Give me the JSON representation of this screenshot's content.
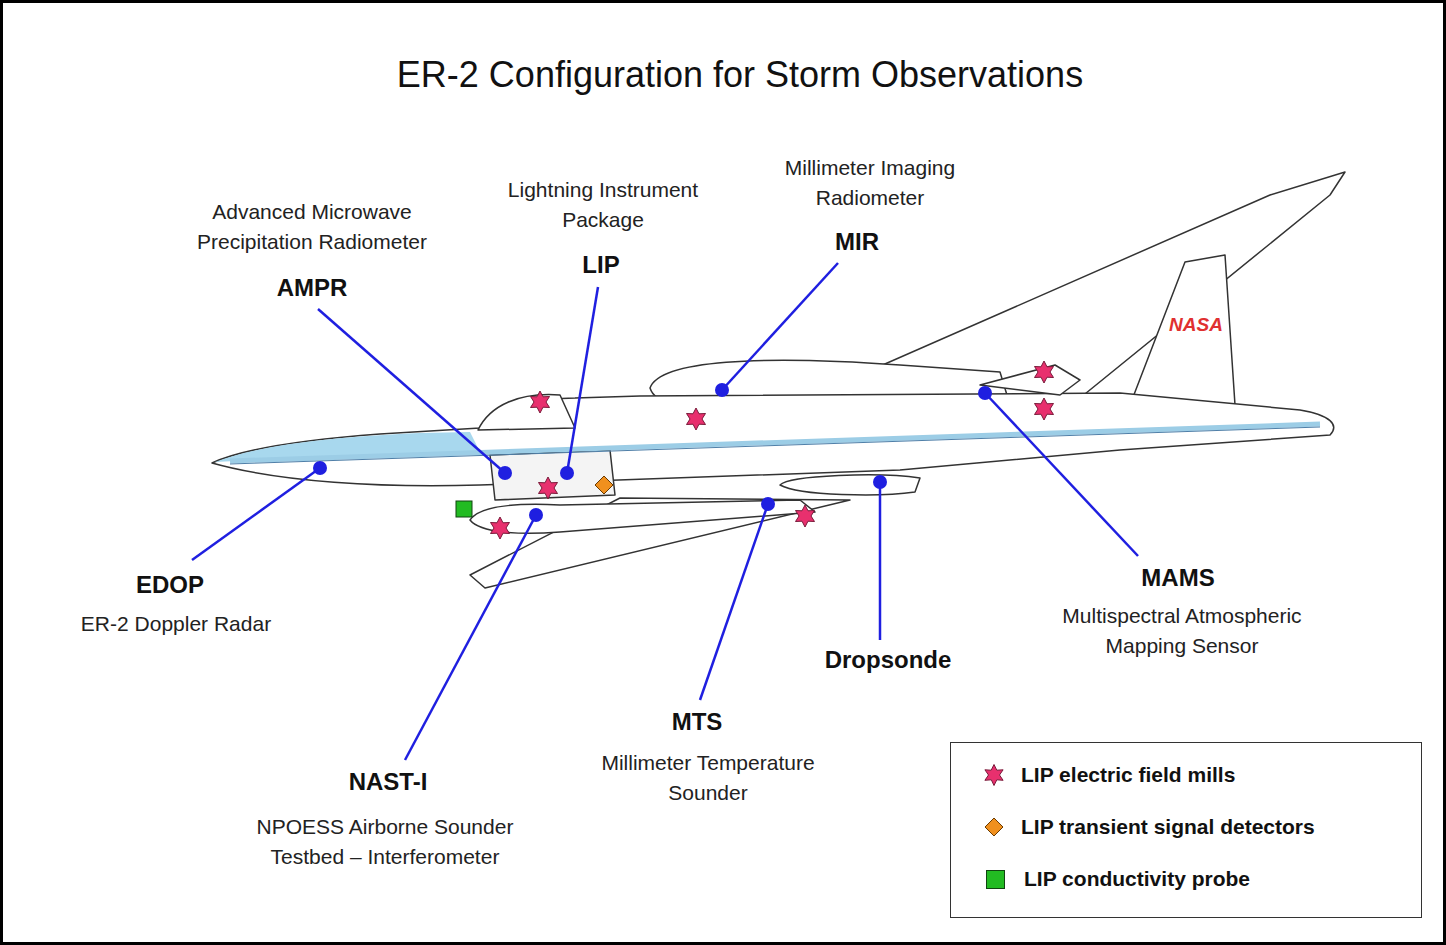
{
  "diagram": {
    "title": "ER-2 Configuration for Storm Observations",
    "labels": [
      "Advanced Microwave Precipitation Radiometer",
      "AMPR",
      "Lightning Instrument Package",
      "LIP",
      "Millimeter Imaging Radiometer",
      "MIR",
      "NASA",
      "EDOP",
      "ER-2 Doppler Radar",
      "NAST-I",
      "NPOESS Airborne Sounder Testbed – Interferometer",
      "MTS",
      "Millimeter Temperature Sounder",
      "Dropsonde",
      "MAMS",
      "Multispectral Atmospheric Mapping Sensor"
    ],
    "legend": [
      {
        "text": "LIP electric field mills"
      },
      {
        "text": "LIP transient signal detectors"
      },
      {
        "text": "LIP conductivity probe",
        "color": "#22bb22"
      }
    ]
  }
}
